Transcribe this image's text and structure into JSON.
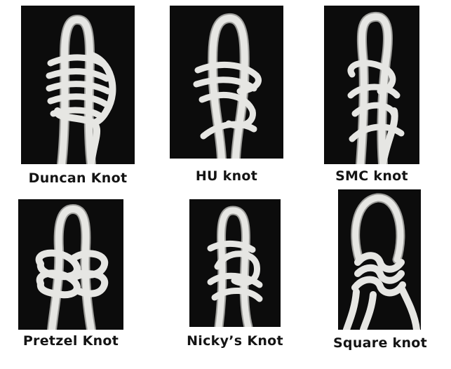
{
  "figure": {
    "panels": [
      {
        "id": "duncan",
        "caption": "Duncan Knot"
      },
      {
        "id": "hu",
        "caption": "HU knot"
      },
      {
        "id": "smc",
        "caption": "SMC knot"
      },
      {
        "id": "pretzel",
        "caption": "Pretzel Knot"
      },
      {
        "id": "nickys",
        "caption": "Nicky’s Knot"
      },
      {
        "id": "square",
        "caption": "Square knot"
      }
    ],
    "colors": {
      "panel_background": "#0c0c0c",
      "rope": "#e6e6e3",
      "caption_text": "#141414"
    }
  }
}
